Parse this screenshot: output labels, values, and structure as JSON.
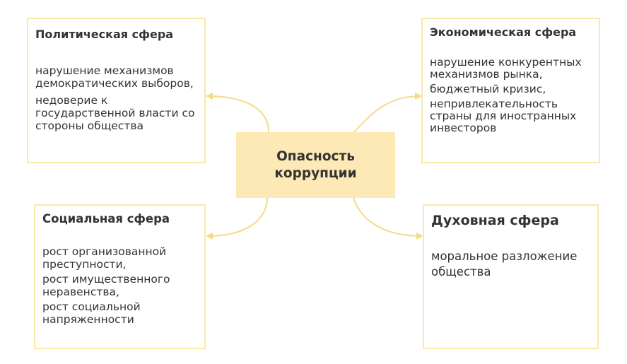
{
  "center": {
    "title": "Опасность коррупции"
  },
  "spheres": [
    {
      "title": "Политическая сфера",
      "items": [
        "нарушение механизмов демократических выборов,",
        "недоверие к государственной власти со стороны общества"
      ]
    },
    {
      "title": "Экономическая сфера",
      "items": [
        "нарушение конкурентных механизмов рынка,",
        "бюджетный кризис,",
        "непривлекательность страны для иностранных инвесторов"
      ]
    },
    {
      "title": "Социальная сфера",
      "items": [
        "рост организованной преступности,",
        "рост имущественного неравенства,",
        "рост социальной напряженности"
      ]
    },
    {
      "title": "Духовная сфера",
      "items": [
        "моральное разложение общества"
      ]
    }
  ],
  "colors": {
    "center_fill": "#fde9b6",
    "box_border": "#fbe7a6",
    "connector": "#f6da86",
    "text": "#333333"
  }
}
